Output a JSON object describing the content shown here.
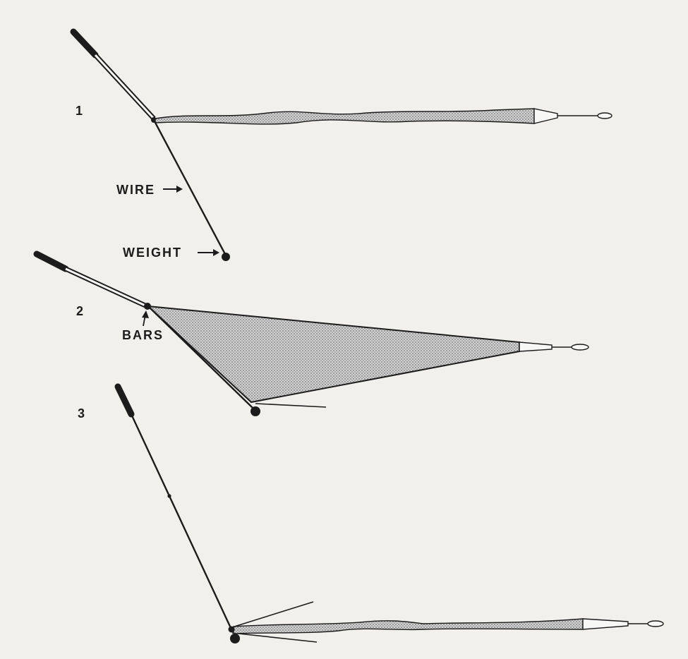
{
  "labels": {
    "stage_1": "1",
    "stage_2": "2",
    "stage_3": "3",
    "wire": "WIRE",
    "weight": "WEIGHT",
    "bars": "BARS"
  },
  "colors": {
    "background": "#f1f0ec",
    "ink": "#1c1c1c",
    "net_fill": "#bdbdbd"
  },
  "icons": [
    "arrow-right-icon",
    "arrow-up-icon",
    "weight-ball-icon"
  ]
}
